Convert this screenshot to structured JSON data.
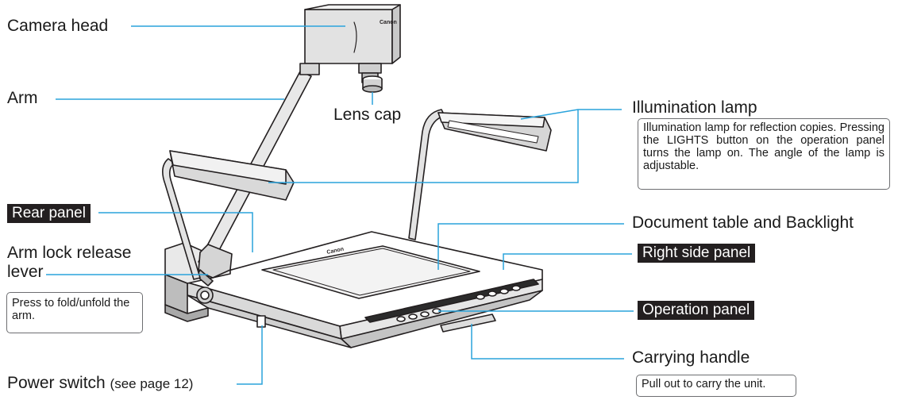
{
  "labels": {
    "camera_head": "Camera head",
    "arm": "Arm",
    "lens_cap": "Lens cap",
    "illumination_lamp": "Illumination lamp",
    "rear_panel": "Rear panel",
    "arm_lock_release_lever_line1": "Arm lock release",
    "arm_lock_release_lever_line2": "lever",
    "document_table": "Document table and Backlight",
    "right_side_panel": "Right side panel",
    "operation_panel": "Operation panel",
    "carrying_handle": "Carrying handle",
    "power_switch": "Power switch",
    "power_switch_ref": "(see page 12)"
  },
  "notes": {
    "illumination_lamp": "Illumination lamp for reflection copies. Pressing the LIGHTS button on the operation panel turns the lamp on. The angle of the lamp is adjustable.",
    "arm_lock_release_lever": "Press to fold/unfold the arm.",
    "carrying_handle": "Pull out to carry the unit."
  },
  "device_markings": {
    "brand": "Canon"
  },
  "colors": {
    "leader_line": "#2aa3dc",
    "label_block_bg": "#231f20",
    "device_outline": "#231f20"
  }
}
